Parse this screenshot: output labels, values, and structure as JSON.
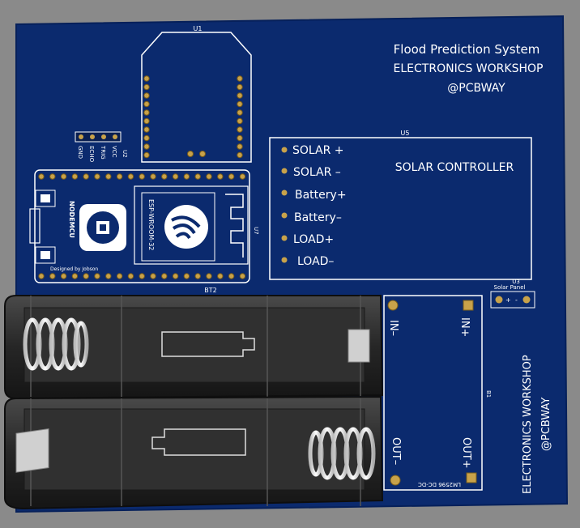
{
  "colors": {
    "background": "#8a8a8a",
    "board": "#0b2a6e",
    "silkscreen": "#ffffff",
    "pad_gold": "#c8a24a",
    "battery_holder": "#2a2a2a"
  },
  "title": {
    "line1": "Flood Prediction System",
    "line2": "ELECTRONICS WORKSHOP",
    "line3": "@PCBWAY"
  },
  "u1": {
    "ref": "U1"
  },
  "u2": {
    "ref": "U2",
    "pins": [
      "GND",
      "ECHO",
      "TRIG",
      "VCC"
    ]
  },
  "u5": {
    "ref": "U5",
    "title": "SOLAR CONTROLLER",
    "pins": [
      "SOLAR +",
      "SOLAR –",
      "Battery+",
      "Battery–",
      "LOAD+",
      "LOAD–"
    ]
  },
  "nodemcu": {
    "ref": "U7",
    "logo_text": "NODEMCU",
    "module_text": "ESP-WROOM-32",
    "designer": "Designed by Jobson"
  },
  "bt2": {
    "ref": "BT2"
  },
  "u3": {
    "ref": "U3",
    "label": "Solar Panel",
    "pin_plus": "+",
    "pin_minus": "-"
  },
  "buck": {
    "ref": "B1",
    "in_minus": "IN–",
    "in_plus": "IN+",
    "out_minus": "OUT–",
    "out_plus": "OUT+",
    "part": "LM2596 DC-DC"
  },
  "footer": {
    "line1": "ELECTRONICS WORKSHOP",
    "line2": "@PCBWAY"
  }
}
